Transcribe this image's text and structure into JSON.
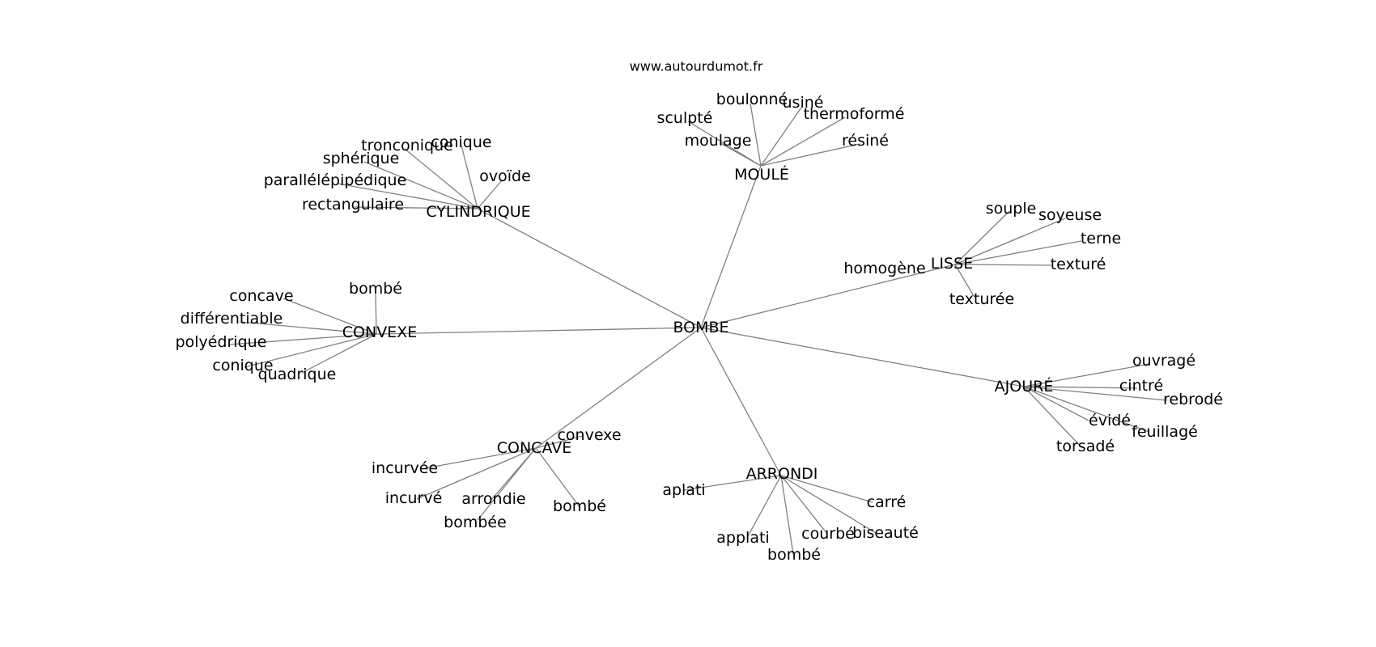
{
  "watermark": "www.autourdumot.fr",
  "root": "BOMBE",
  "clusters": [
    {
      "hub": "MOULÉ",
      "leaves": [
        "boulonné",
        "usiné",
        "sculpté",
        "thermoformé",
        "moulage",
        "résiné"
      ]
    },
    {
      "hub": "CYLINDRIQUE",
      "leaves": [
        "tronconique",
        "conique",
        "sphérique",
        "ovoïde",
        "parallélépipédique",
        "rectangulaire"
      ]
    },
    {
      "hub": "LISSE",
      "leaves": [
        "souple",
        "soyeuse",
        "terne",
        "homogène",
        "texturé",
        "texturée"
      ]
    },
    {
      "hub": "CONVEXE",
      "leaves": [
        "bombé",
        "concave",
        "différentiable",
        "polyédrique",
        "conique",
        "quadrique"
      ]
    },
    {
      "hub": "AJOURÉ",
      "leaves": [
        "ouvragé",
        "cintré",
        "rebrodé",
        "évidé",
        "feuillagé",
        "torsadé"
      ]
    },
    {
      "hub": "CONCAVE",
      "leaves": [
        "convexe",
        "incurvée",
        "incurvé",
        "arrondie",
        "bombé",
        "bombée"
      ]
    },
    {
      "hub": "ARRONDI",
      "leaves": [
        "aplati",
        "carré",
        "biseauté",
        "courbé",
        "applati",
        "bombé"
      ]
    }
  ]
}
